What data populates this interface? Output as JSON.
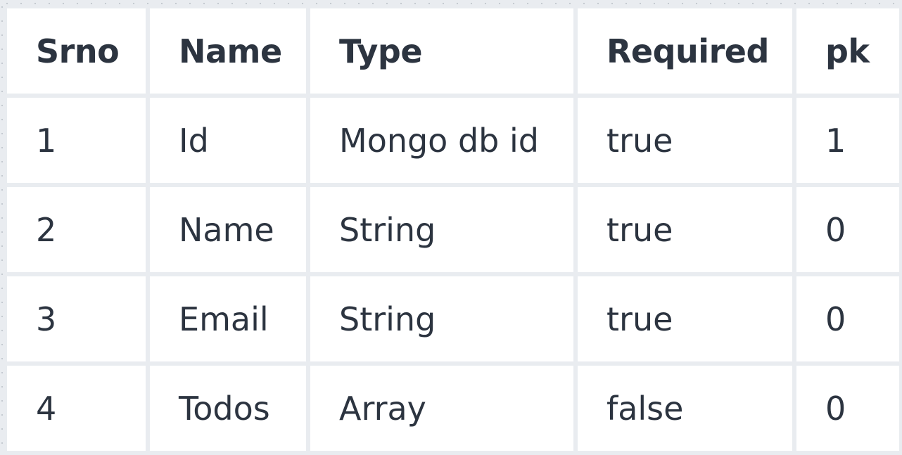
{
  "table": {
    "headers": [
      "Srno",
      "Name",
      "Type",
      "Required",
      "pk"
    ],
    "rows": [
      [
        "1",
        "Id",
        "Mongo db id",
        "true",
        "1"
      ],
      [
        "2",
        "Name",
        "String",
        "true",
        "0"
      ],
      [
        "3",
        "Email",
        "String",
        "true",
        "0"
      ],
      [
        "4",
        "Todos",
        "Array",
        "false",
        "0"
      ]
    ]
  }
}
